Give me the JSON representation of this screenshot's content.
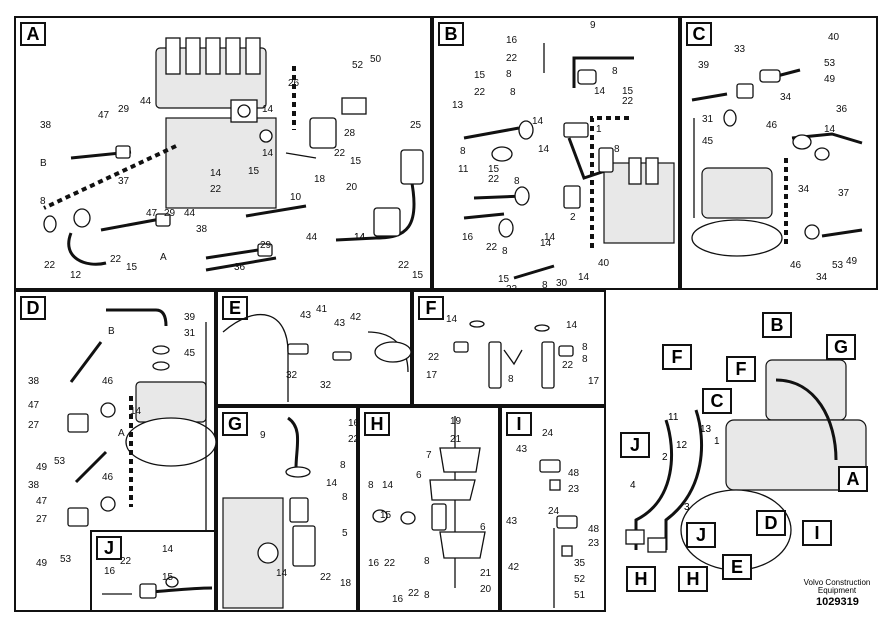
{
  "panels": {
    "A": {
      "label": "A",
      "callouts": [
        "52",
        "50",
        "26",
        "38",
        "47",
        "29",
        "44",
        "14",
        "28",
        "14",
        "22",
        "15",
        "25",
        "B",
        "37",
        "47",
        "29",
        "44",
        "10",
        "14",
        "15",
        "18",
        "20",
        "22",
        "22",
        "38",
        "29",
        "44",
        "14",
        "8",
        "12",
        "22",
        "15",
        "A",
        "36",
        "14",
        "22",
        "15"
      ]
    },
    "B": {
      "label": "B",
      "callouts": [
        "16",
        "22",
        "8",
        "9",
        "8",
        "15",
        "22",
        "8",
        "13",
        "14",
        "15",
        "22",
        "14",
        "1",
        "8",
        "14",
        "8",
        "11",
        "15",
        "22",
        "8",
        "14",
        "2",
        "16",
        "22",
        "8",
        "14",
        "15",
        "22",
        "8",
        "14",
        "30",
        "40",
        "44"
      ]
    },
    "C": {
      "label": "C",
      "callouts": [
        "40",
        "33",
        "39",
        "53",
        "49",
        "34",
        "36",
        "31",
        "46",
        "14",
        "45",
        "34",
        "37",
        "46",
        "34",
        "53",
        "49"
      ]
    },
    "D": {
      "label": "D",
      "callouts": [
        "39",
        "31",
        "45",
        "B",
        "38",
        "46",
        "47",
        "27",
        "14",
        "A",
        "49",
        "53",
        "38",
        "46",
        "47",
        "27",
        "49",
        "53"
      ]
    },
    "E": {
      "label": "E",
      "callouts": [
        "43",
        "41",
        "43",
        "42",
        "32",
        "32"
      ]
    },
    "F": {
      "label": "F",
      "callouts": [
        "14",
        "14",
        "8",
        "8",
        "22",
        "22",
        "17",
        "17",
        "8"
      ]
    },
    "G": {
      "label": "G",
      "callouts": [
        "16",
        "22",
        "9",
        "8",
        "14",
        "8",
        "5",
        "14",
        "22",
        "18"
      ]
    },
    "H": {
      "label": "H",
      "callouts": [
        "19",
        "21",
        "7",
        "8",
        "14",
        "6",
        "15",
        "6",
        "16",
        "22",
        "8",
        "21",
        "20",
        "16",
        "22",
        "8"
      ]
    },
    "I": {
      "label": "I",
      "callouts": [
        "24",
        "43",
        "48",
        "23",
        "43",
        "24",
        "48",
        "23",
        "42",
        "35",
        "52",
        "51"
      ]
    },
    "J": {
      "label": "J",
      "callouts": [
        "16",
        "22",
        "14",
        "15"
      ]
    }
  },
  "overview": {
    "labels": [
      "F",
      "B",
      "G",
      "F",
      "C",
      "J",
      "J",
      "A",
      "D",
      "I",
      "E",
      "H",
      "H"
    ],
    "callouts": [
      "11",
      "13",
      "1",
      "12",
      "2",
      "4",
      "3"
    ]
  },
  "caption": {
    "line1": "Volvo Construction",
    "line2": "Equipment",
    "figure_number": "1029319"
  }
}
